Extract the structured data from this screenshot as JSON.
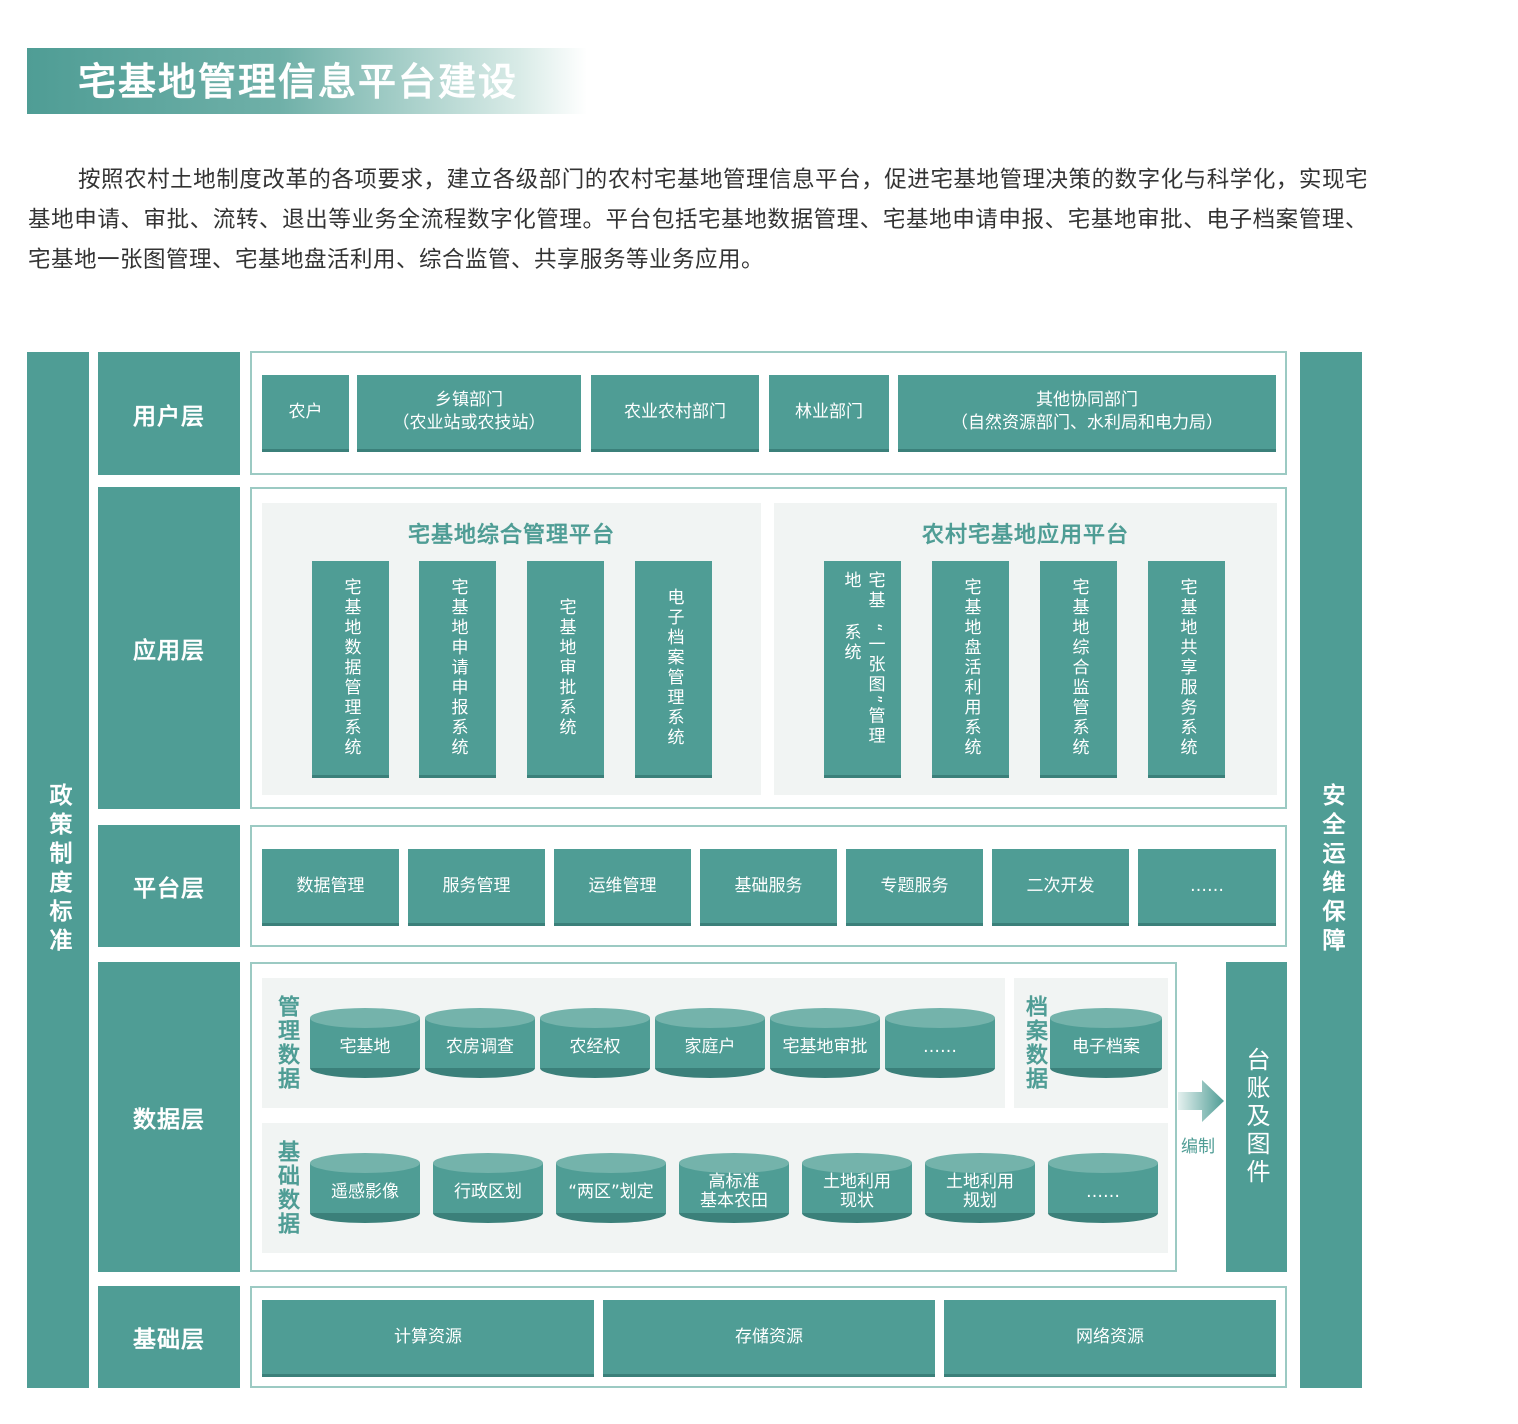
{
  "header": {
    "title": "宅基地管理信息平台建设",
    "intro": "按照农村土地制度改革的各项要求，建立各级部门的农村宅基地管理信息平台，促进宅基地管理决策的数字化与科学化，实现宅基地申请、审批、流转、退出等业务全流程数字化管理。平台包括宅基地数据管理、宅基地申请申报、宅基地审批、电子档案管理、宅基地一张图管理、宅基地盘活利用、综合监管、共享服务等业务应用。"
  },
  "colors": {
    "teal": "#4f9d95",
    "teal_dark": "#3b807a",
    "teal_light": "#74b3ab",
    "panel_bg": "#f1f4f3",
    "frame_border": "#9ccac3"
  },
  "side_left": "政策制度标准",
  "side_right": "安全运维保障",
  "layers": {
    "user": {
      "label": "用户层",
      "items": [
        {
          "line1": "农户",
          "line2": ""
        },
        {
          "line1": "乡镇部门",
          "line2": "（农业站或农技站）"
        },
        {
          "line1": "农业农村部门",
          "line2": ""
        },
        {
          "line1": "林业部门",
          "line2": ""
        },
        {
          "line1": "其他协同部门",
          "line2": "（自然资源部门、水利局和电力局）"
        }
      ]
    },
    "app": {
      "label": "应用层",
      "panel1": {
        "title": "宅基地综合管理平台",
        "systems": [
          {
            "col1": "宅基地",
            "col2": "数据管理系统"
          },
          {
            "col1": "宅基地",
            "col2": "申请申报系统"
          },
          {
            "col1": "宅基地",
            "col2": "审批系统"
          },
          {
            "col1": "电子档案",
            "col2": "管理系统"
          }
        ]
      },
      "panel2": {
        "title": "农村宅基地应用平台",
        "systems": [
          {
            "col1": "宅基地",
            "col2": "“一张图”管理系统"
          },
          {
            "col1": "宅基地",
            "col2": "盘活利用系统"
          },
          {
            "col1": "宅基地",
            "col2": "综合监管系统"
          },
          {
            "col1": "宅基地",
            "col2": "共享服务系统"
          }
        ]
      }
    },
    "platform": {
      "label": "平台层",
      "items": [
        "数据管理",
        "服务管理",
        "运维管理",
        "基础服务",
        "专题服务",
        "二次开发",
        "……"
      ]
    },
    "data": {
      "label": "数据层",
      "mgmt": {
        "title": "管理数据",
        "items": [
          {
            "line1": "宅基地",
            "line2": ""
          },
          {
            "line1": "农房调查",
            "line2": ""
          },
          {
            "line1": "农经权",
            "line2": ""
          },
          {
            "line1": "家庭户",
            "line2": ""
          },
          {
            "line1": "宅基地审批",
            "line2": ""
          },
          {
            "line1": "……",
            "line2": ""
          }
        ]
      },
      "archive": {
        "title": "档案数据",
        "items": [
          {
            "line1": "电子档案",
            "line2": ""
          }
        ]
      },
      "base": {
        "title": "基础数据",
        "items": [
          {
            "line1": "遥感影像",
            "line2": ""
          },
          {
            "line1": "行政区划",
            "line2": ""
          },
          {
            "line1": "“两区”划定",
            "line2": ""
          },
          {
            "line1": "高标准",
            "line2": "基本农田"
          },
          {
            "line1": "土地利用",
            "line2": "现状"
          },
          {
            "line1": "土地利用",
            "line2": "规划"
          },
          {
            "line1": "……",
            "line2": ""
          }
        ]
      },
      "arrow_label": "编制",
      "output": "台账及图件"
    },
    "infra": {
      "label": "基础层",
      "items": [
        "计算资源",
        "存储资源",
        "网络资源"
      ]
    }
  }
}
